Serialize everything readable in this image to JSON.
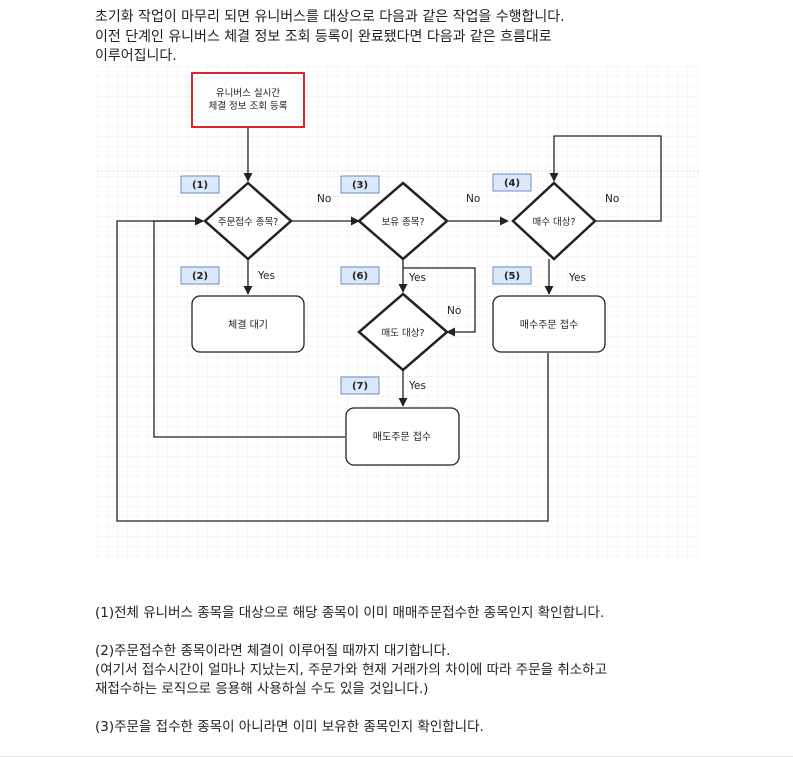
{
  "intro": {
    "line1": "초기화 작업이 마무리 되면 유니버스를 대상으로 다음과 같은 작업을 수행합니다.",
    "line2": "이전 단계인 유니버스 체결 정보 조회 등록이 완료됐다면 다음과 같은 흐름대로",
    "line3": "이루어집니다."
  },
  "diagram": {
    "start_line1": "유니버스 실시간",
    "start_line2": "체결 정보 조회 등록",
    "d1": "주문접수 종목?",
    "d2": "보유 종목?",
    "d3": "매수 대상?",
    "d4": "매도 대상?",
    "box_wait": "체결 대기",
    "box_buy": "매수주문 접수",
    "box_sell": "매도주문 접수",
    "steps": [
      "(1)",
      "(2)",
      "(3)",
      "(4)",
      "(5)",
      "(6)",
      "(7)"
    ],
    "no": "No",
    "yes": "Yes",
    "colors": {
      "start_border": "#d9262c",
      "step_fill": "#dae8fc",
      "step_border": "#6c8ebf",
      "stroke": "#222222",
      "grid": "#ececec"
    }
  },
  "outro": {
    "p1": "(1)전체 유니버스 종목을 대상으로 해당 종목이 이미 매매주문접수한 종목인지 확인합니다.",
    "p2": "(2)주문접수한 종목이라면 체결이 이루어질 때까지 대기합니다.",
    "p3a": "(여기서 접수시간이 얼마나 지났는지, 주문가와 현재 거래가의 차이에 따라 주문을 취소하고",
    "p3b": "재접수하는 로직으로 응용해 사용하실 수도 있을 것입니다.)",
    "p4": "(3)주문을 접수한 종목이 아니라면 이미 보유한 종목인지 확인합니다."
  }
}
